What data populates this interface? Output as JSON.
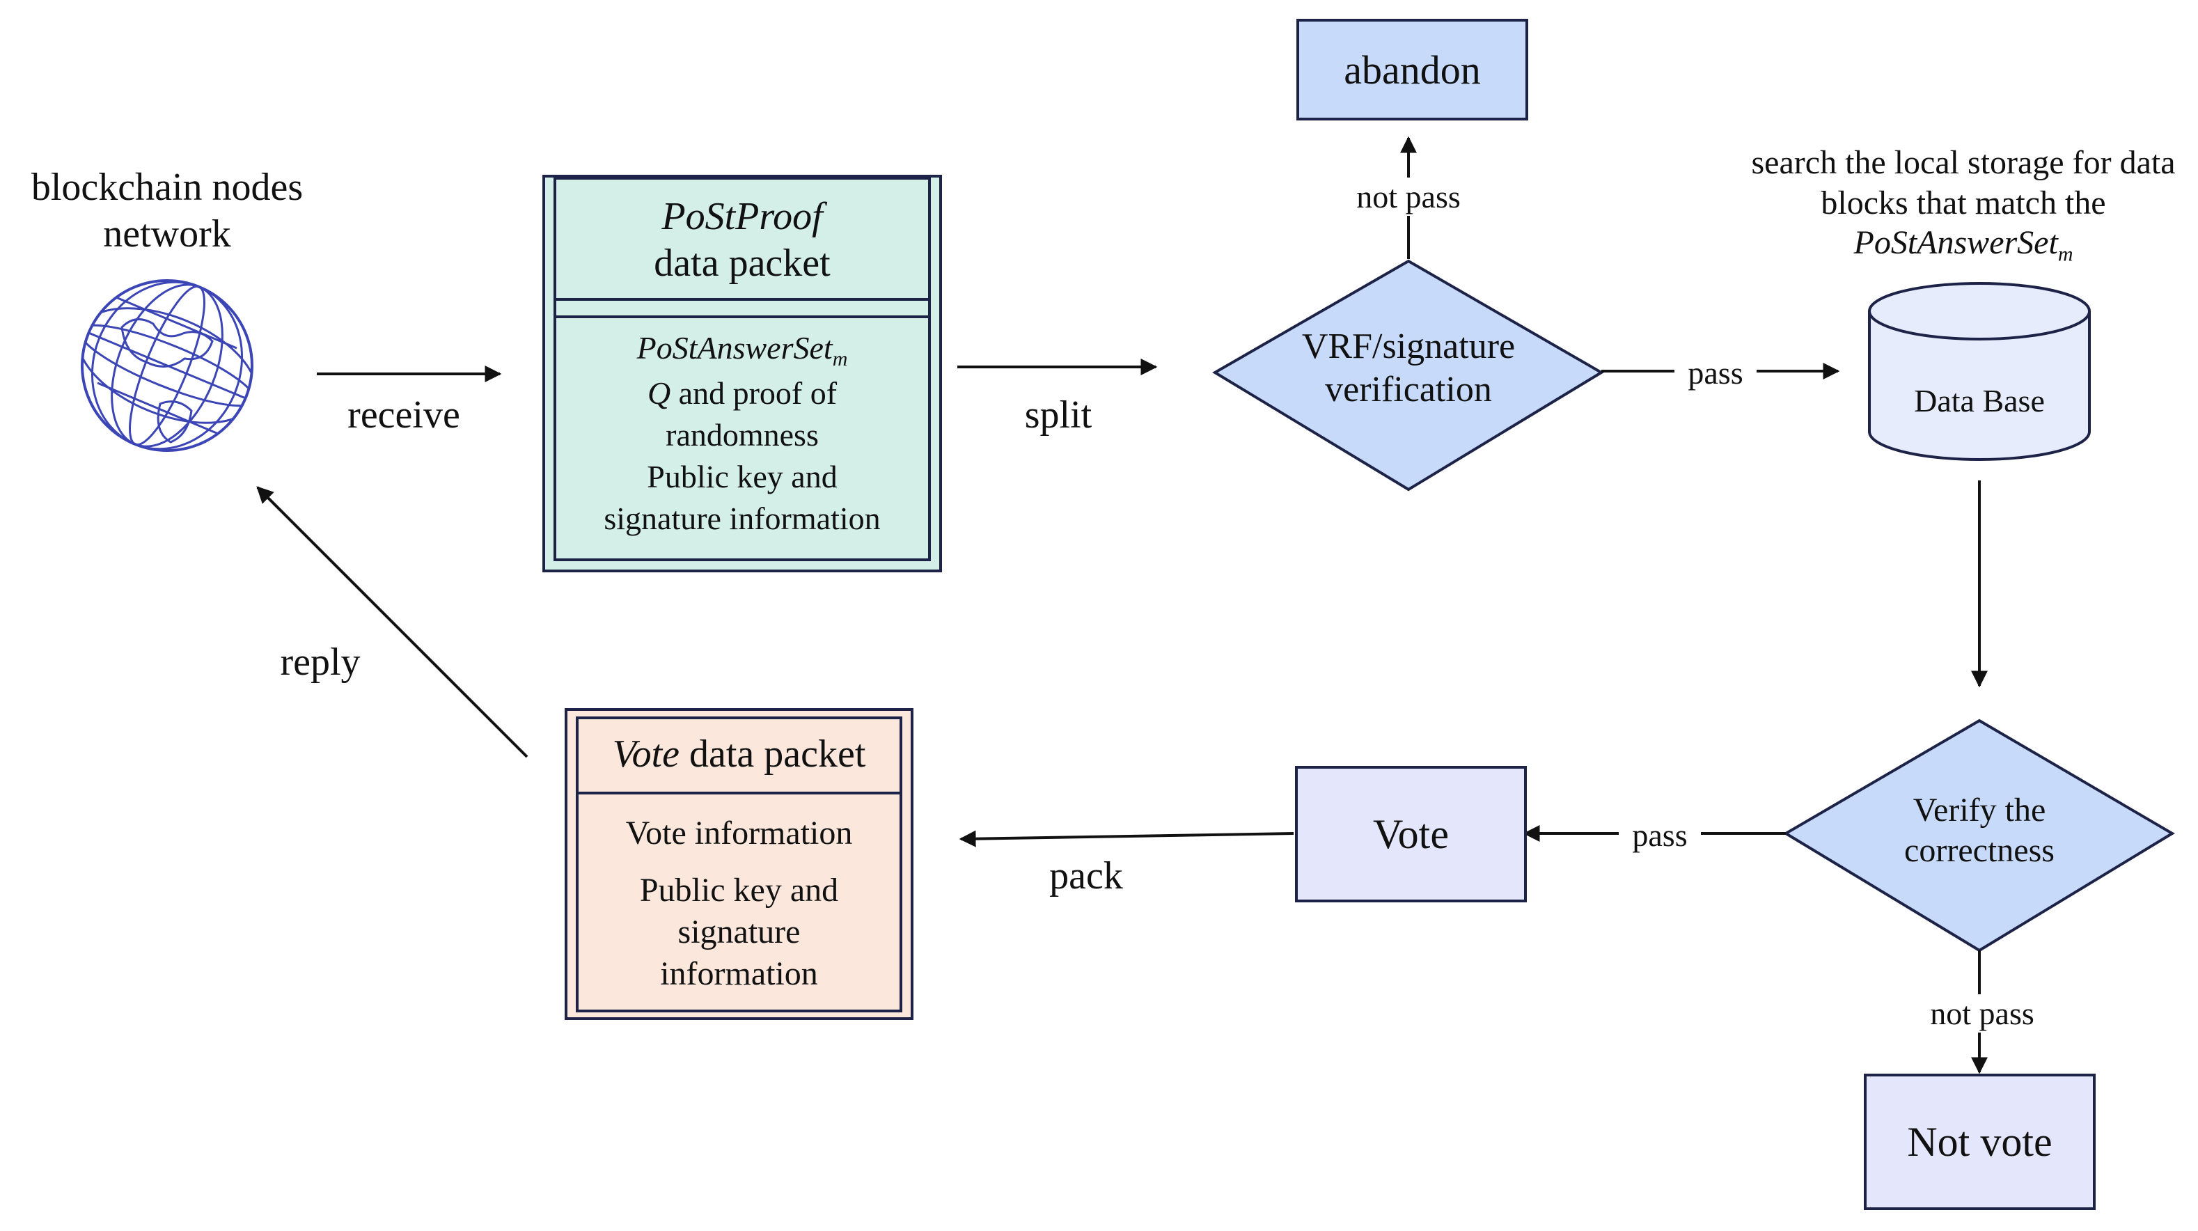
{
  "network": {
    "label_line1": "blockchain nodes",
    "label_line2": "network",
    "icon": "globe-icon"
  },
  "edges": {
    "receive": "receive",
    "split": "split",
    "pass_vrf": "pass",
    "not_pass_vrf": "not pass",
    "pass_verify": "pass",
    "not_pass_verify": "not pass",
    "pack": "pack",
    "reply": "reply"
  },
  "postproof_packet": {
    "title_italic": "PoStProof",
    "title_rest": "data packet",
    "answer_set_italic": "PoStAnswerSet",
    "answer_set_sub": "m",
    "q_italic": "Q",
    "q_rest": " and proof of",
    "randomness": "randomness",
    "pubkey_line1": "Public key and",
    "pubkey_line2": "signature information"
  },
  "vrf_decision": {
    "line1": "VRF/signature",
    "line2": "verification"
  },
  "abandon": "abandon",
  "database": {
    "label": "Data Base",
    "note_line1": "search the local storage for data",
    "note_line2": "blocks that match the",
    "note_italic": "PoStAnswerSet",
    "note_sub": "m"
  },
  "verify_decision": {
    "line1": "Verify the",
    "line2": "correctness"
  },
  "vote_box": "Vote",
  "not_vote_box": "Not vote",
  "vote_packet": {
    "title_italic": "Vote",
    "title_rest": " data packet",
    "vote_info": "Vote information",
    "pubkey_line1": "Public key and",
    "pubkey_line2": "signature",
    "pubkey_line3": "information"
  },
  "colors": {
    "stroke": "#1d2347",
    "teal_fill": "#d3efe7",
    "blue_fill": "#c7daf9",
    "light_blue_fill": "#e6ecfc",
    "lavender_fill": "#e4e6fb",
    "peach_fill": "#fbe7dc",
    "globe": "#3b45b5"
  }
}
